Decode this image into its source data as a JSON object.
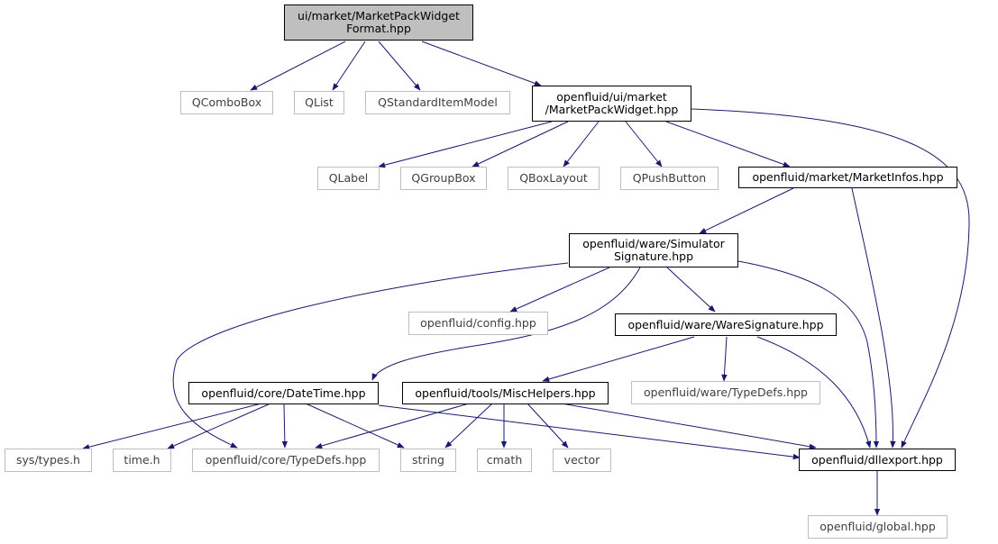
{
  "colors": {
    "edge": "#191970",
    "root_fill": "#bfbfbf",
    "faint_border": "#bfbfbf",
    "text": "#000000"
  },
  "nodes": {
    "root": {
      "line1": "ui/market/MarketPackWidget",
      "line2": "Format.hpp"
    },
    "qcombobox": {
      "label": "QComboBox"
    },
    "qlist": {
      "label": "QList"
    },
    "qstandarditemmodel": {
      "label": "QStandardItemModel"
    },
    "marketpackwidget": {
      "line1": "openfluid/ui/market",
      "line2": "/MarketPackWidget.hpp"
    },
    "qlabel": {
      "label": "QLabel"
    },
    "qgroupbox": {
      "label": "QGroupBox"
    },
    "qboxlayout": {
      "label": "QBoxLayout"
    },
    "qpushbutton": {
      "label": "QPushButton"
    },
    "marketinfos": {
      "label": "openfluid/market/MarketInfos.hpp"
    },
    "simulatorsignature": {
      "line1": "openfluid/ware/Simulator",
      "line2": "Signature.hpp"
    },
    "config": {
      "label": "openfluid/config.hpp"
    },
    "waresignature": {
      "label": "openfluid/ware/WareSignature.hpp"
    },
    "datetime": {
      "label": "openfluid/core/DateTime.hpp"
    },
    "mischelpers": {
      "label": "openfluid/tools/MiscHelpers.hpp"
    },
    "waretypedefs": {
      "label": "openfluid/ware/TypeDefs.hpp"
    },
    "systypes": {
      "label": "sys/types.h"
    },
    "timeh": {
      "label": "time.h"
    },
    "coretypedefs": {
      "label": "openfluid/core/TypeDefs.hpp"
    },
    "string": {
      "label": "string"
    },
    "cmath": {
      "label": "cmath"
    },
    "vector": {
      "label": "vector"
    },
    "dllexport": {
      "label": "openfluid/dllexport.hpp"
    },
    "global": {
      "label": "openfluid/global.hpp"
    }
  }
}
